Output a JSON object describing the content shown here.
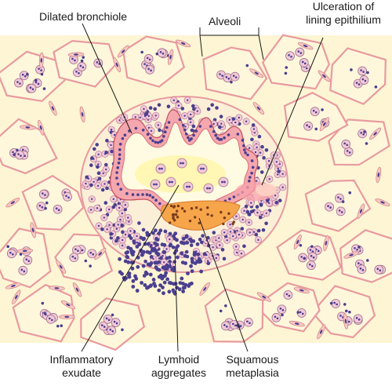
{
  "labels": {
    "dilated_bronchiole": "Dilated bronchiole",
    "alveoli": "Alveoli",
    "ulceration_line1": "Ulceration of",
    "ulceration_line2": "lining epithilium",
    "inflammatory_line1": "Inflammatory",
    "inflammatory_line2": "exudate",
    "lymhoid_line1": "Lymhoid",
    "lymhoid_line2": "aggregates",
    "squamous_line1": "Squamous",
    "squamous_line2": "metaplasia"
  },
  "colors": {
    "background": "#fdf5d3",
    "alveolar_wall": "#e89aa0",
    "alveolar_wall_fill": "#f7c7c3",
    "nucleus": "#4a3f8f",
    "macrophage": "#f2c9d8",
    "epithelium": "#f2a4ac",
    "exudate": "#fff8b8",
    "squamous": "#f6a54a",
    "ulcer": "#f7a0a8"
  }
}
